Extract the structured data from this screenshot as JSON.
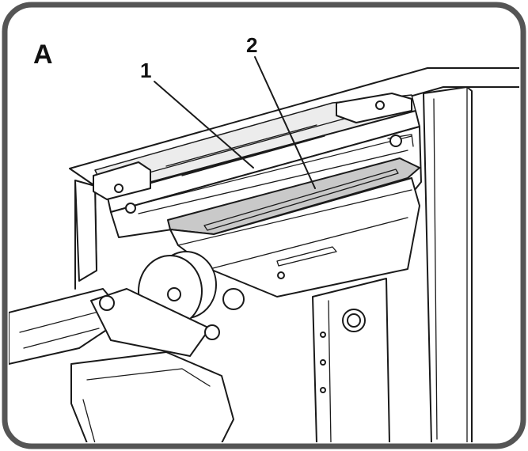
{
  "panel_label": "A",
  "callouts": [
    {
      "id": "1",
      "text": "1"
    },
    {
      "id": "2",
      "text": "2"
    }
  ],
  "colors": {
    "frame": "#555555",
    "line": "#1a1a1a",
    "highlight_part": "#c9c9c9",
    "background": "#ffffff"
  }
}
